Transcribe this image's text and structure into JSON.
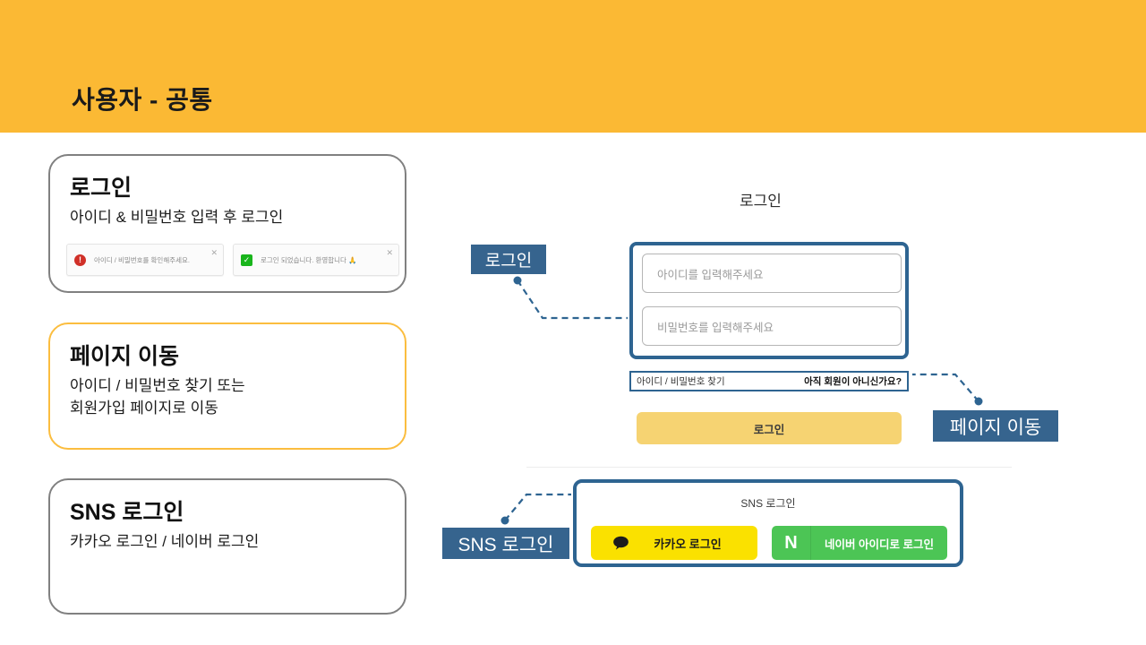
{
  "header": {
    "title": "사용자 - 공통",
    "band_color": "#fbb934"
  },
  "cards": [
    {
      "title": "로그인",
      "desc": "아이디 & 비밀번호 입력 후 로그인",
      "border_color": "#808080",
      "toasts": [
        {
          "type": "error",
          "icon": "error-circle-icon",
          "badge_glyph": "!",
          "text": "아이디 / 비밀번호를 확인해주세요.",
          "close_glyph": "✕"
        },
        {
          "type": "success",
          "icon": "check-square-icon",
          "badge_glyph": "✓",
          "text": "로그인 되었습니다. 환영합니다 🙏",
          "close_glyph": "✕"
        }
      ]
    },
    {
      "title": "페이지 이동",
      "desc": "아이디 / 비밀번호 찾기 또는\n회원가입 페이지로 이동",
      "border_color": "#fbbd3f"
    },
    {
      "title": "SNS 로그인",
      "desc": "카카오 로그인 / 네이버 로그인",
      "border_color": "#808080"
    }
  ],
  "mockup": {
    "title": "로그인",
    "id_field": {
      "placeholder": "아이디를 입력해주세요",
      "value": ""
    },
    "pw_field": {
      "placeholder": "비밀번호를 입력해주세요",
      "value": ""
    },
    "links": {
      "find": "아이디 / 비밀번호 찾기",
      "signup": "아직 회원이 아니신가요?"
    },
    "login_button": "로그인",
    "sns": {
      "label": "SNS 로그인",
      "kakao_button": "카카오 로그인",
      "kakao_icon": "kakao-speech-bubble-icon",
      "naver_button": "네이버 아이디로 로그인",
      "naver_icon": "naver-n-icon"
    }
  },
  "callouts": [
    {
      "label": "로그인"
    },
    {
      "label": "페이지 이동"
    },
    {
      "label": "SNS 로그인"
    }
  ],
  "colors": {
    "header_yellow": "#fbb934",
    "callout_blue": "#36648e",
    "mock_outline_blue": "#2e6491",
    "login_button_yellow": "#f6d372",
    "kakao_yellow": "#fae100",
    "naver_green": "#4cc555",
    "card_border_gray": "#808080",
    "card_border_yellow": "#fbbd3f"
  }
}
